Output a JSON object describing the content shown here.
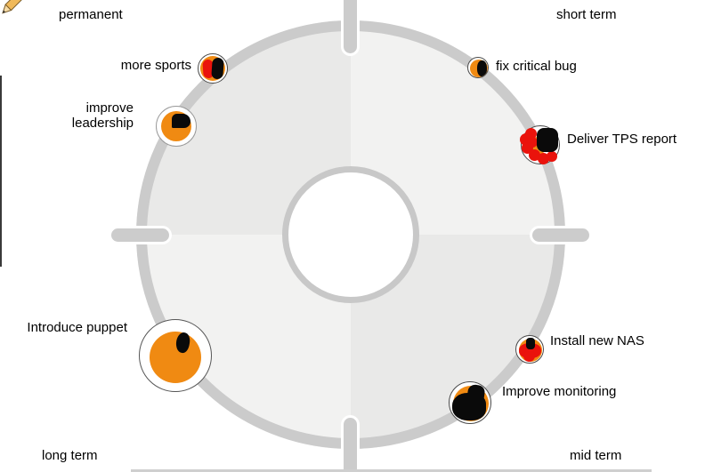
{
  "quadrants": {
    "top_left": {
      "label": "permanent"
    },
    "top_right": {
      "label": "short term"
    },
    "bottom_right": {
      "label": "mid term"
    },
    "bottom_left": {
      "label": "long term"
    }
  },
  "goals": [
    {
      "label": "more sports",
      "quadrant": "permanent",
      "markers": [
        "red",
        "black"
      ]
    },
    {
      "label": "improve leadership",
      "quadrant": "permanent",
      "markers": [
        "black"
      ]
    },
    {
      "label": "Introduce puppet",
      "quadrant": "long term",
      "markers": [
        "black"
      ]
    },
    {
      "label": "fix critical bug",
      "quadrant": "short term",
      "markers": [
        "black"
      ]
    },
    {
      "label": "Deliver TPS report",
      "quadrant": "short term",
      "markers": [
        "red",
        "black"
      ]
    },
    {
      "label": "Install new NAS",
      "quadrant": "mid term",
      "markers": [
        "red",
        "black"
      ]
    },
    {
      "label": "Improve monitoring",
      "quadrant": "mid term",
      "markers": [
        "black"
      ]
    }
  ],
  "icons": {
    "cursor": "pencil-icon"
  },
  "colors": {
    "marker_orange": "#F08A12",
    "marker_red": "#EA130C",
    "marker_black": "#0A0A0A",
    "outer_ring": "#CBCBCB",
    "inner_ring": "#C8C8C8",
    "quadrant_dark": "#E9E9E8",
    "quadrant_light": "#F2F2F1",
    "spoke": "#CCCCCC"
  }
}
